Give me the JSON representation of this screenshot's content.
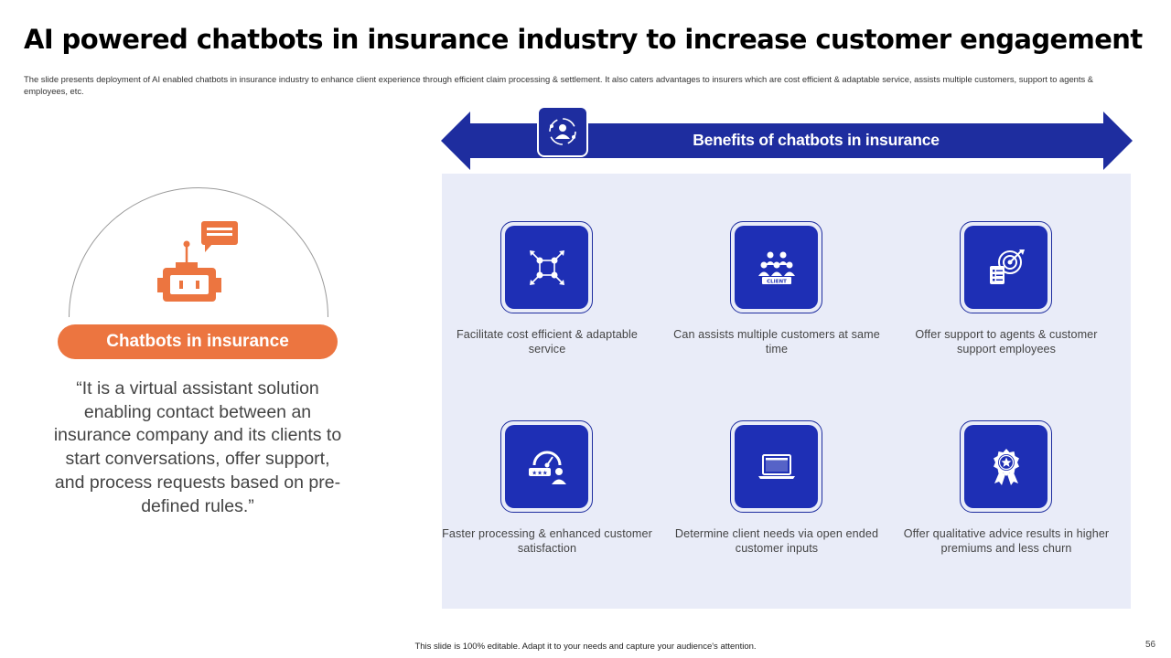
{
  "header": {
    "title": "AI powered chatbots in insurance industry to increase customer engagement",
    "subtitle": "The slide presents deployment of AI enabled chatbots in insurance industry to enhance client experience through efficient claim processing & settlement. It also caters advantages to insurers which are cost efficient & adaptable service, assists multiple customers, support to agents & employees, etc."
  },
  "left": {
    "icon": "chatbot-robot-icon",
    "pill_label": "Chatbots in insurance",
    "quote": "“It is a virtual assistant solution enabling contact between an insurance company and its clients to start conversations, offer support, and process requests based on pre-defined rules.”"
  },
  "benefits": {
    "banner_title": "Benefits of chatbots in insurance",
    "banner_icon": "user-network-icon",
    "items": [
      {
        "label": "Facilitate cost efficient & adaptable service",
        "icon": "network-nodes-icon"
      },
      {
        "label": "Can assists multiple customers at same time",
        "icon": "client-group-icon",
        "icon_text": "CLIENT"
      },
      {
        "label": "Offer support to agents & customer support employees",
        "icon": "target-checklist-icon"
      },
      {
        "label": "Faster processing & enhanced customer satisfaction",
        "icon": "rating-gauge-icon",
        "icon_text": "★★★"
      },
      {
        "label": "Determine client needs via open ended customer inputs",
        "icon": "laptop-icon"
      },
      {
        "label": "Offer qualitative advice results in higher premiums and less churn",
        "icon": "award-badge-icon"
      }
    ]
  },
  "footer": {
    "note": "This slide is 100% editable. Adapt it to your needs and capture your audience's attention.",
    "page_number": "56"
  },
  "colors": {
    "navy": "#1e2d9f",
    "icon_blue": "#1e2fb5",
    "orange": "#ec7540",
    "panel_bg": "#e9ecf8"
  }
}
